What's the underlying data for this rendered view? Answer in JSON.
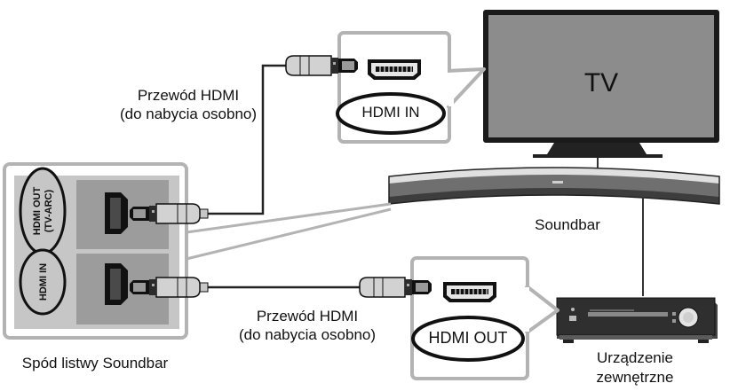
{
  "tv": {
    "label": "TV"
  },
  "soundbar": {
    "label": "Soundbar"
  },
  "soundbar_underside": {
    "caption": "Spód listwy Soundbar",
    "port_out_label_line1": "HDMI OUT",
    "port_out_label_line2": "(TV-ARC)",
    "port_in_label": "HDMI IN"
  },
  "cable_top": {
    "line1": "Przewód HDMI",
    "line2": "(do nabycia osobno)"
  },
  "cable_bottom": {
    "line1": "Przewód HDMI",
    "line2": "(do nabycia osobno)"
  },
  "tv_port": {
    "label": "HDMI IN"
  },
  "external_device": {
    "port_label": "HDMI OUT",
    "caption_line1": "Urządzenie",
    "caption_line2": "zewnętrzne"
  },
  "colors": {
    "panel_gray": "#c6c6c6",
    "callout_border": "#b3b3b3",
    "tv_screen": "#8c8c8c",
    "device_dark": "#2b2b2b"
  },
  "icons": [
    "hdmi-plug-icon",
    "hdmi-port-icon",
    "tv-icon",
    "soundbar-icon",
    "media-player-icon"
  ]
}
